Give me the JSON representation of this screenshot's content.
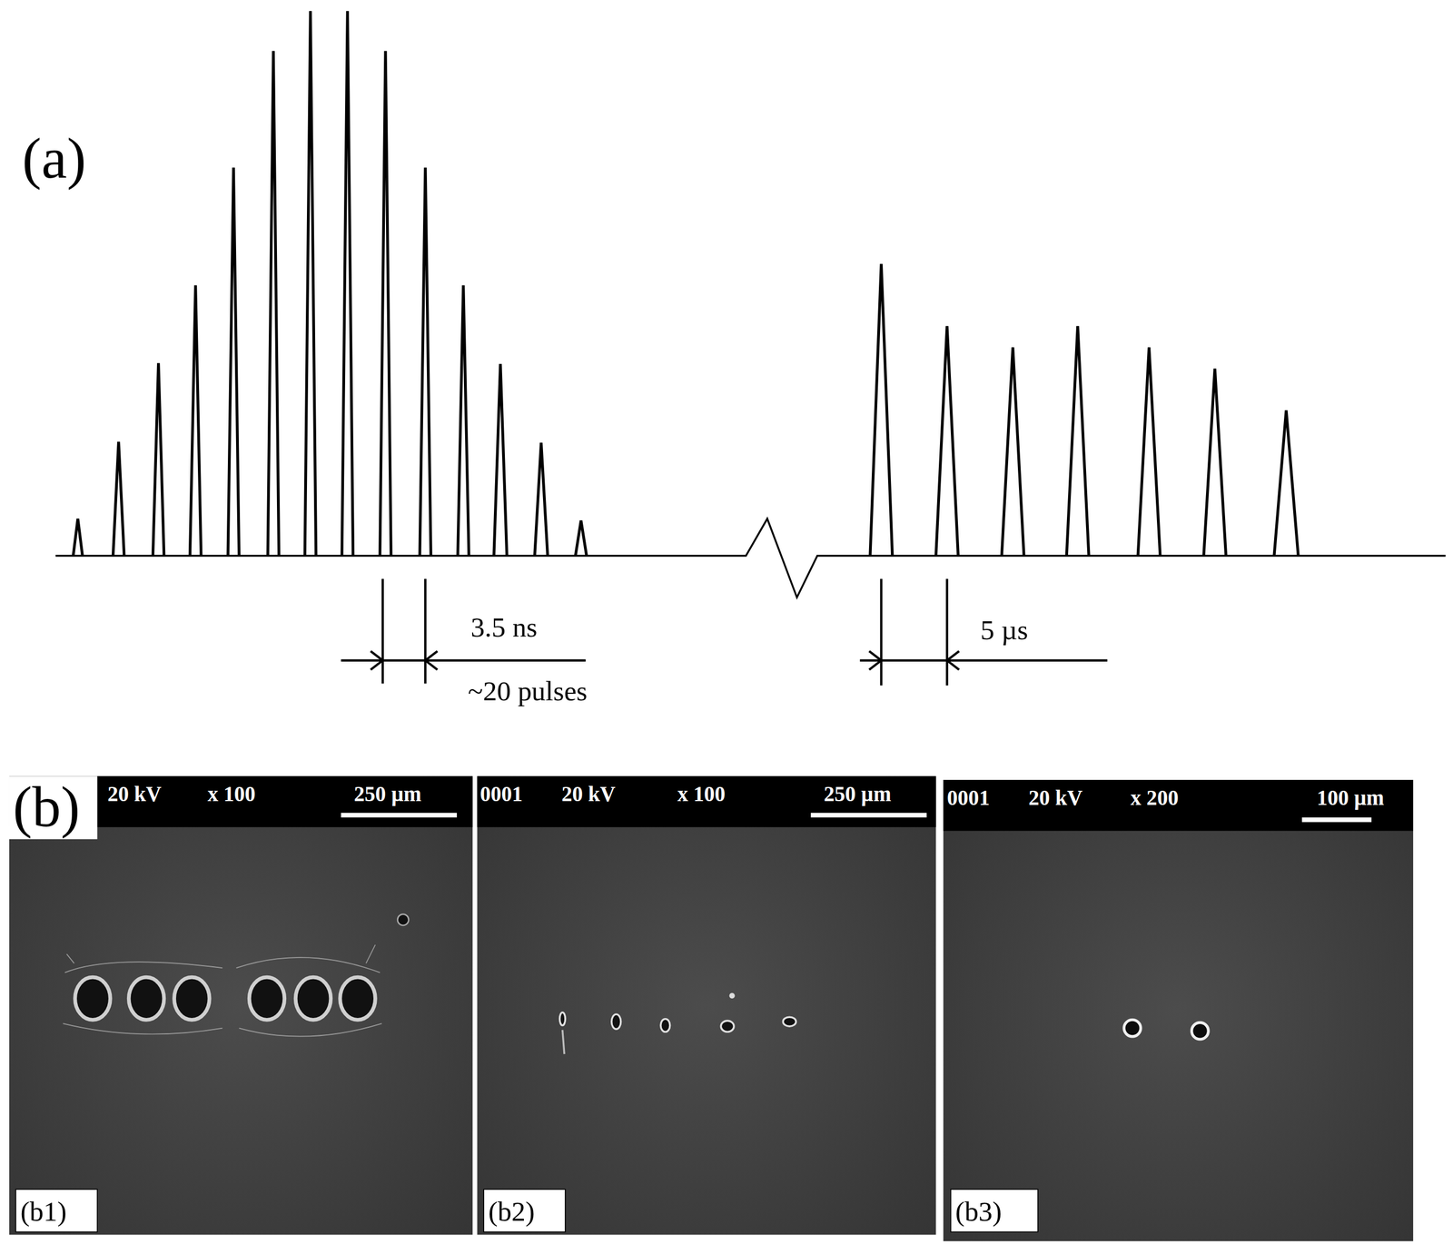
{
  "diagram": {
    "labels": [
      "(a)",
      "3.5 ns",
      "~20 pulses",
      "5 µs",
      "(b)",
      "20 kV",
      "x 100",
      "250 µm",
      "0001",
      "20 kV",
      "x 100",
      "250 µm",
      "0001",
      "20 kV",
      "x 200",
      "100 µm",
      "(b1)",
      "(b2)",
      "(b3)"
    ]
  }
}
